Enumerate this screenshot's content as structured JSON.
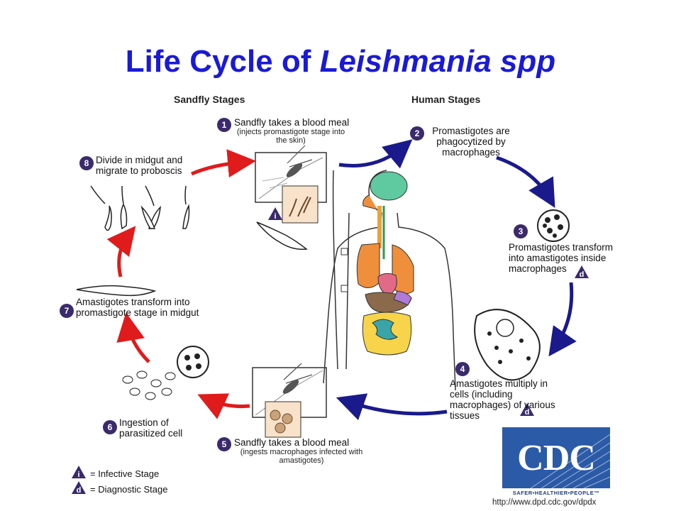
{
  "title": {
    "prefix": "Life Cycle of ",
    "organism": "Leishmania spp"
  },
  "headers": {
    "sandfly": "Sandfly Stages",
    "human": "Human Stages"
  },
  "steps": [
    {
      "num": "1",
      "text": "Sandfly takes a blood meal",
      "sub": "(injects promastigote stage into the skin)"
    },
    {
      "num": "2",
      "text": "Promastigotes are phagocytized by macrophages"
    },
    {
      "num": "3",
      "text": "Promastigotes transform into amastigotes inside macrophages"
    },
    {
      "num": "4",
      "text": "Amastigotes multiply in cells (including macrophages) of various tissues"
    },
    {
      "num": "5",
      "text": "Sandfly takes a blood meal",
      "sub": "(ingests macrophages infected with amastigotes)"
    },
    {
      "num": "6",
      "text": "Ingestion of parasitized cell"
    },
    {
      "num": "7",
      "text": "Amastigotes transform into promastigote stage in midgut"
    },
    {
      "num": "8",
      "text": "Divide in midgut and migrate to proboscis"
    }
  ],
  "legend": {
    "infective": {
      "symbol": "i",
      "label": "= Infective Stage"
    },
    "diagnostic": {
      "symbol": "d",
      "label": "= Diagnostic Stage"
    }
  },
  "cdc": {
    "logo_text": "CDC",
    "tagline": "SAFER•HEALTHIER•PEOPLE™",
    "url": "http://www.dpd.cdc.gov/dpdx"
  },
  "colors": {
    "title": "#1a1ad6",
    "sandfly_arrow": "#e01b1b",
    "human_arrow": "#1a1a8c",
    "step_badge": "#3b2a6b",
    "cdc_blue": "#2b5aa7"
  }
}
